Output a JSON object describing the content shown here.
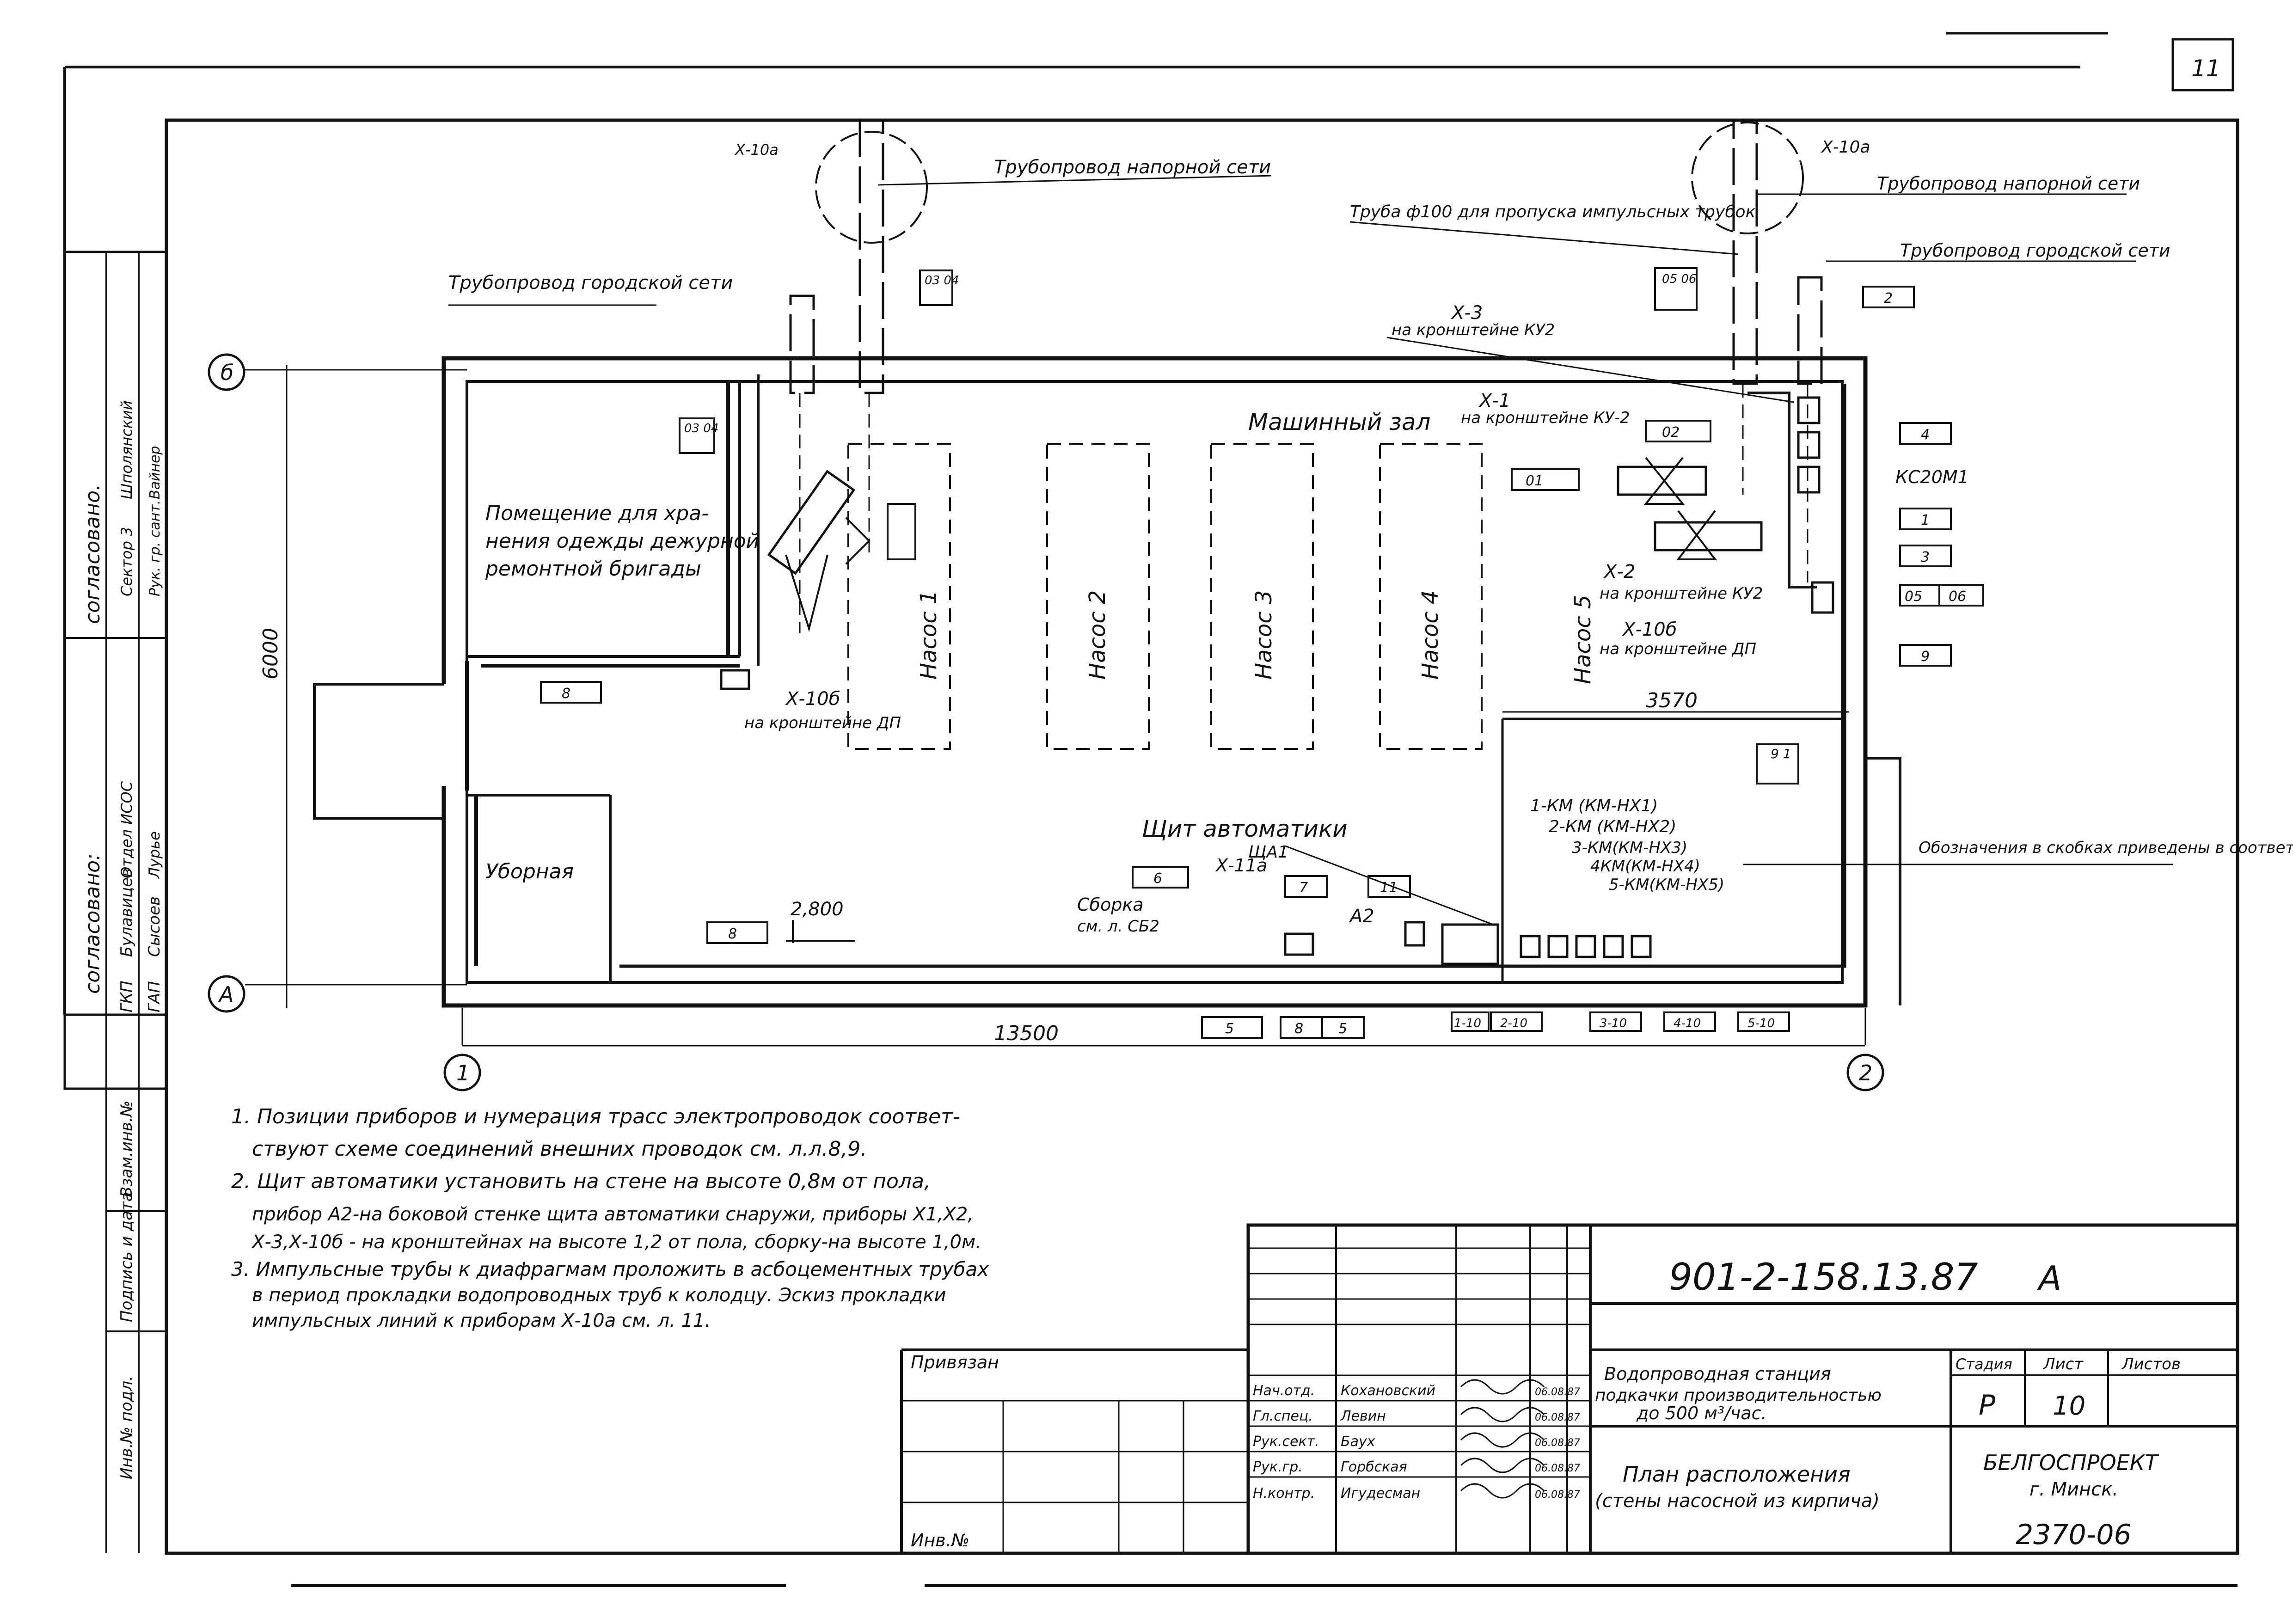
{
  "sheet_number": "11",
  "approval": {
    "heading_left": "согласовано:",
    "heading_right": "согласовано.",
    "rows": [
      {
        "role": "ГКП",
        "name": "Булавицев"
      },
      {
        "role": "ГАП",
        "name": "Сысоев"
      },
      {
        "role": "Отдел ИСОС",
        "name": "Лурье"
      },
      {
        "role": "Сектор 3",
        "name": "Шполянский"
      },
      {
        "role": "Рук. гр. сант.",
        "name": "Вайнер"
      }
    ],
    "columns": [
      "Взам.инв.№",
      "Подпись и дата",
      "Инв.№ подл."
    ]
  },
  "axes": {
    "b": "б",
    "a": "А",
    "n1": "1",
    "n2": "2"
  },
  "dimensions": {
    "width": "13500",
    "height": "6000",
    "inner": "3570",
    "elevation": "2,800"
  },
  "rooms": {
    "machine_hall": "Машинный зал",
    "storage_l1": "Помещение для хра-",
    "storage_l2": "нения одежды дежурной",
    "storage_l3": "ремонтной бригады",
    "toilet": "Уборная"
  },
  "pumps": [
    "Насос 1",
    "Насос 2",
    "Насос 3",
    "Насос 4",
    "Насос 5"
  ],
  "callouts": {
    "pipe_pressure_left": "Трубопровод напорной сети",
    "pipe_city_left": "Трубопровод городской сети",
    "x10a_left": "Х-10а",
    "x10a_right": "Х-10а",
    "pipe_pressure_right": "Трубопровод напорной сети",
    "pipe_sleeve": "Труба ф100 для пропуска импульсных трубок",
    "pipe_city_right": "Трубопровод городской сети",
    "x3": "Х-3",
    "x3_note": "на кронштейне КУ2",
    "x1": "Х-1",
    "x1_note": "на кронштейне КУ-2",
    "x2": "Х-2",
    "x2_note": "на кронштейне КУ2",
    "x10b_right": "Х-10б",
    "x10b_right_note": "на кронштейне ДП",
    "x10b_left": "Х-10б",
    "x10b_left_note": "на кронштейне ДП",
    "kc": "КС20М1",
    "panel": "Щит автоматики",
    "panel_code": "ЩА1",
    "x11a": "Х-11а",
    "assembly": "Сборка",
    "assembly_ref": "см. л. СБ2",
    "a2": "А2",
    "designation_note": "Обозначения в скобках приведены в соответ-ствии с разделом „Э“"
  },
  "starters": [
    "1-КМ (КМ-НХ1)",
    "2-КМ (КМ-НХ2)",
    "3-КМ(КМ-НХ3)",
    "4КМ(КМ-НХ4)",
    "5-КМ(КМ-НХ5)"
  ],
  "tags": {
    "t03_04": "03\n04",
    "t03_04b": "03\n04",
    "t05_06": "05\n06",
    "t02": "02",
    "t01": "01",
    "t2": "2",
    "t4": "4",
    "t1": "1",
    "t3": "3",
    "t05": "05",
    "t06": "06",
    "t9": "9",
    "t9_1": "9\n1",
    "t8a": "8",
    "t8b": "8",
    "t6": "6",
    "t7": "7",
    "t11": "11",
    "t5": "5",
    "t8_5a": "8",
    "t8_5b": "5",
    "t1_10": "1-10",
    "t2_10": "2-10",
    "t3_10": "3-10",
    "t4_10": "4-10",
    "t5_10": "5-10"
  },
  "notes": [
    "1. Позиции приборов и нумерация трасс электропроводок соответ-",
    "ствуют схеме соединений внешних проводок см. л.л.8,9.",
    "2. Щит автоматики установить на стене на высоте 0,8м от пола,",
    "прибор А2-на боковой стенке щита автоматики снаружи, приборы Х1,Х2,",
    "Х-3,Х-10б - на кронштейнах на высоте 1,2 от пола, сборку-на высоте 1,0м.",
    "3. Импульсные трубы к диафрагмам проложить в асбоцементных трубах",
    "в период прокладки водопроводных труб к колодцу. Эскиз прокладки",
    "импульсных линий к приборам Х-10а см. л. 11."
  ],
  "title_block": {
    "code": "901-2-158.13.87",
    "format": "А",
    "project_l1": "Водопроводная станция",
    "project_l2": "подкачки производительностью",
    "project_l3": "до 500 м³/час.",
    "sheet_title_l1": "План расположения",
    "sheet_title_l2": "(стены насосной из кирпича)",
    "stage_h": "Стадия",
    "sheet_h": "Лист",
    "sheets_h": "Листов",
    "stage": "Р",
    "sheet": "10",
    "org_l1": "БЕЛГОСПРОЕКТ",
    "org_l2": "г. Минск.",
    "privyazan": "Привязан",
    "inv": "Инв.№",
    "archive": "2370-06",
    "signers": [
      {
        "role": "Нач.отд.",
        "name": "Кохановский",
        "date": "06.08.87"
      },
      {
        "role": "Гл.спец.",
        "name": "Левин",
        "date": "06.08.87"
      },
      {
        "role": "Рук.сект.",
        "name": "Баух",
        "date": "06.08.87"
      },
      {
        "role": "Рук.гр.",
        "name": "Горбская",
        "date": "06.08.87"
      },
      {
        "role": "Н.контр.",
        "name": "Игудесман",
        "date": "06.08.87"
      }
    ]
  }
}
